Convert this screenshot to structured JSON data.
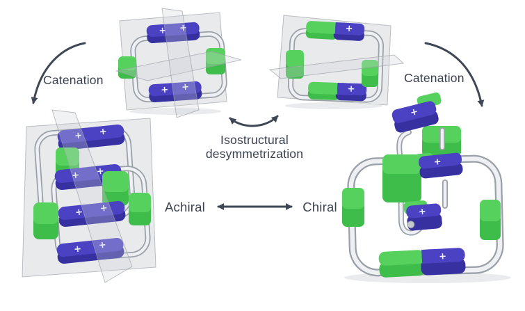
{
  "labels": {
    "catenation_left": "Catenation",
    "catenation_right": "Catenation",
    "isostructural_line1": "Isostructural",
    "isostructural_line2": "desymmetrization",
    "achiral": "Achiral",
    "chiral": "Chiral"
  },
  "symbols": {
    "plus": "+"
  },
  "colors": {
    "background": "#ffffff",
    "blue_top": "#4a42c2",
    "blue_front": "#3730a0",
    "green_top": "#57d15d",
    "green_front": "#3fbd4b",
    "tube_outer": "#9aa0a7",
    "tube_inner": "#eef0f3",
    "plane_fill": "#d2d5d9",
    "plane_edge": "#9aa0a6",
    "arrow": "#3e4754",
    "text": "#3a4250",
    "shadow": "#e2e4e7"
  }
}
